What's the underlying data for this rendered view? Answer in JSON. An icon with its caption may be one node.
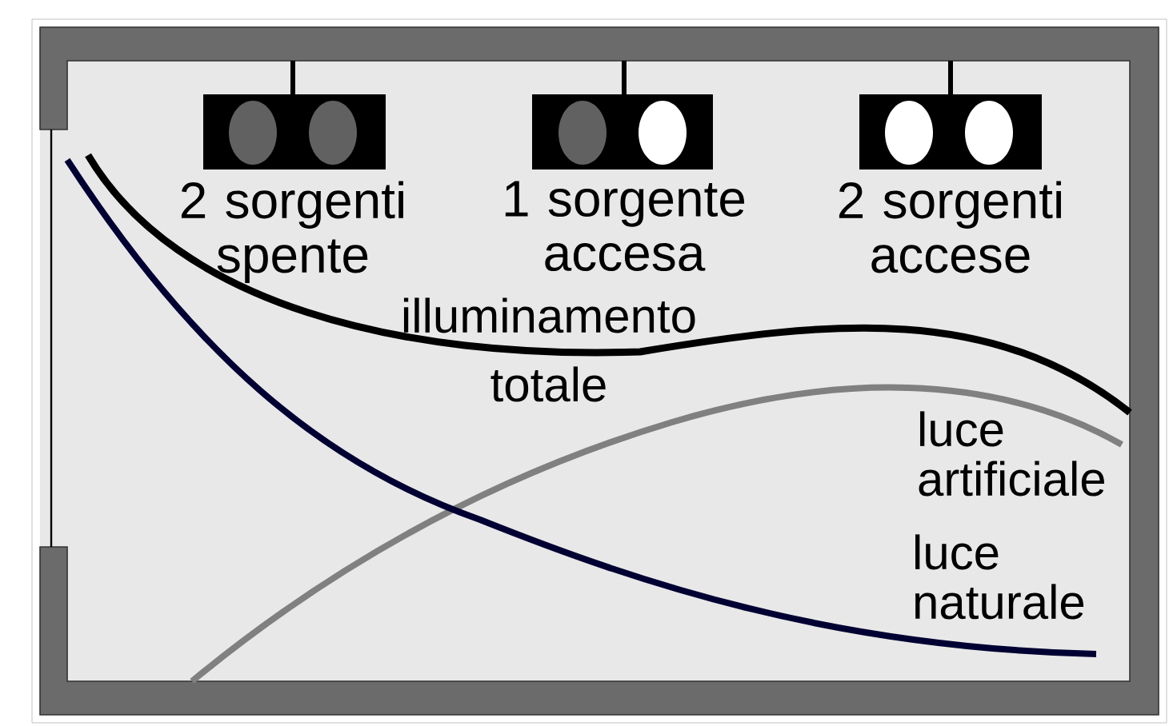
{
  "diagram": {
    "nodes": [
      {
        "text": [
          "2 sorgenti spente"
        ]
      },
      {
        "text": [
          "1 sorgente accesa"
        ]
      },
      {
        "text": [
          "2 sorgenti accese"
        ]
      }
    ],
    "labels": [
      "illuminamento totale",
      "luce artificiale",
      "luce naturale"
    ]
  }
}
